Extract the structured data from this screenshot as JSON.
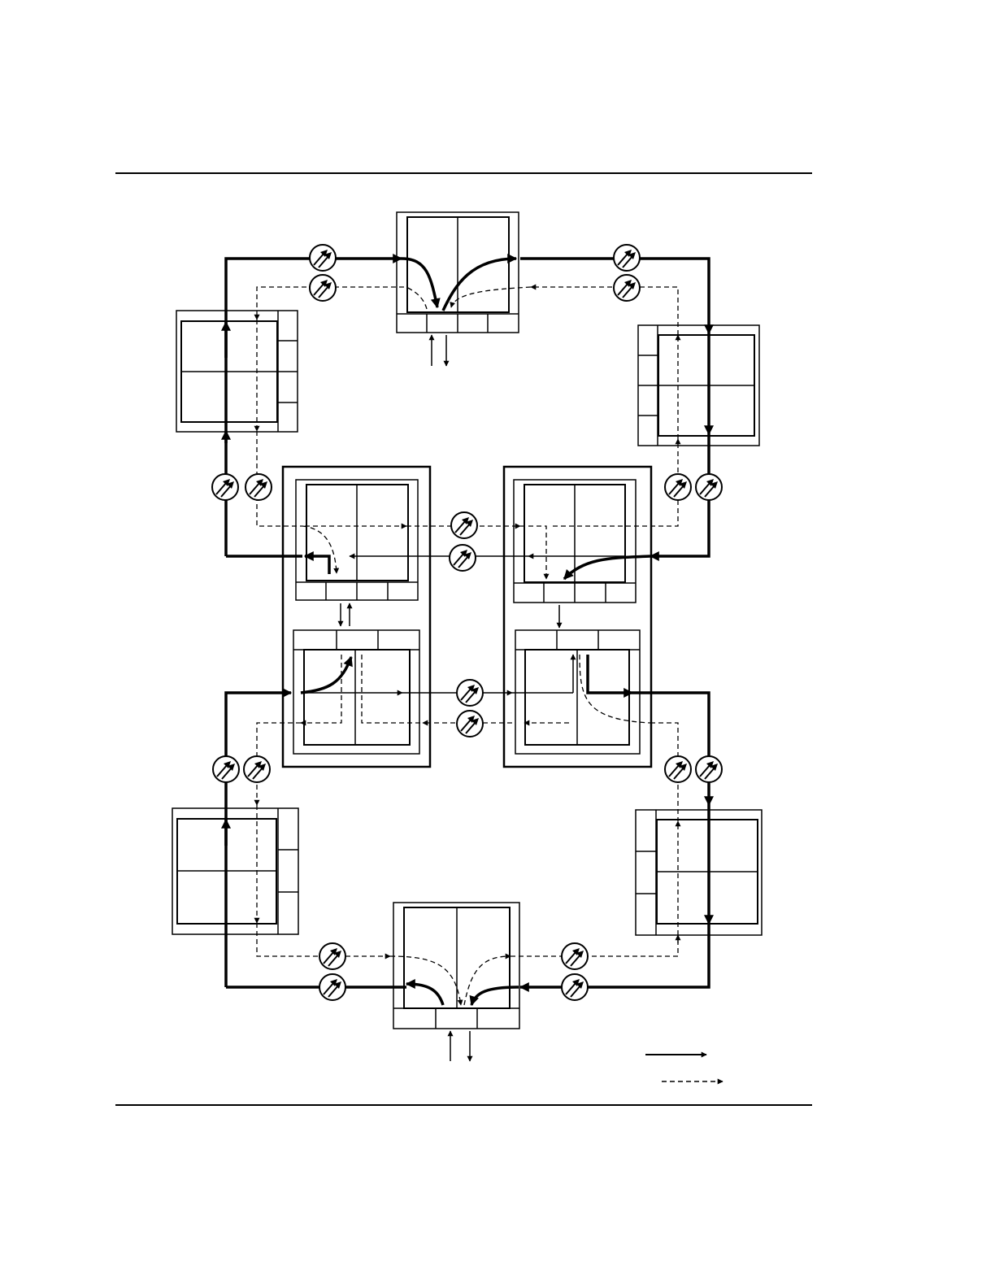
{
  "figure": {
    "type": "ring-network-diagram",
    "nodes": 8,
    "node_kind": "add-drop-multiplexer",
    "line_styles": {
      "working": "solid",
      "protection": "dashed"
    },
    "amplifier_symbol": "double-arrow-circle",
    "colors": {
      "ink": "#000000",
      "paper": "#ffffff"
    }
  }
}
